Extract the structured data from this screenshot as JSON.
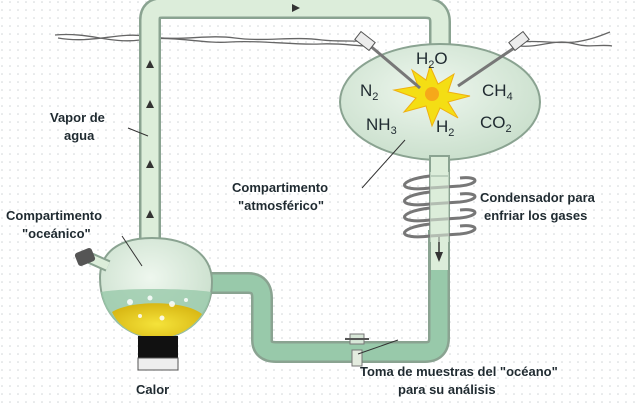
{
  "labels": {
    "vapor_line1": "Vapor de",
    "vapor_line2": "agua",
    "oceanic_line1": "Compartimento",
    "oceanic_line2": "\"oceánico\"",
    "atmos_line1": "Compartimento",
    "atmos_line2": "\"atmosférico\"",
    "condenser_line1": "Condensador para",
    "condenser_line2": "enfriar los gases",
    "heat": "Calor",
    "sampling_line1": "Toma de muestras del \"océano\"",
    "sampling_line2": "para su análisis"
  },
  "molecules": {
    "h2o": {
      "base": "H",
      "sub": "2",
      "tail": "O"
    },
    "n2": {
      "base": "N",
      "sub": "2",
      "tail": ""
    },
    "ch4": {
      "base": "CH",
      "sub": "4",
      "tail": ""
    },
    "nh3": {
      "base": "NH",
      "sub": "3",
      "tail": ""
    },
    "h2": {
      "base": "H",
      "sub": "2",
      "tail": ""
    },
    "co2": {
      "base": "CO",
      "sub": "2",
      "tail": ""
    }
  },
  "colors": {
    "glass": "#d9ecd9",
    "glass_edge": "#8aa391",
    "water": "#98c9aa",
    "spark": "#f4de14",
    "spark_core": "#f08a10",
    "heater": "#111111"
  }
}
